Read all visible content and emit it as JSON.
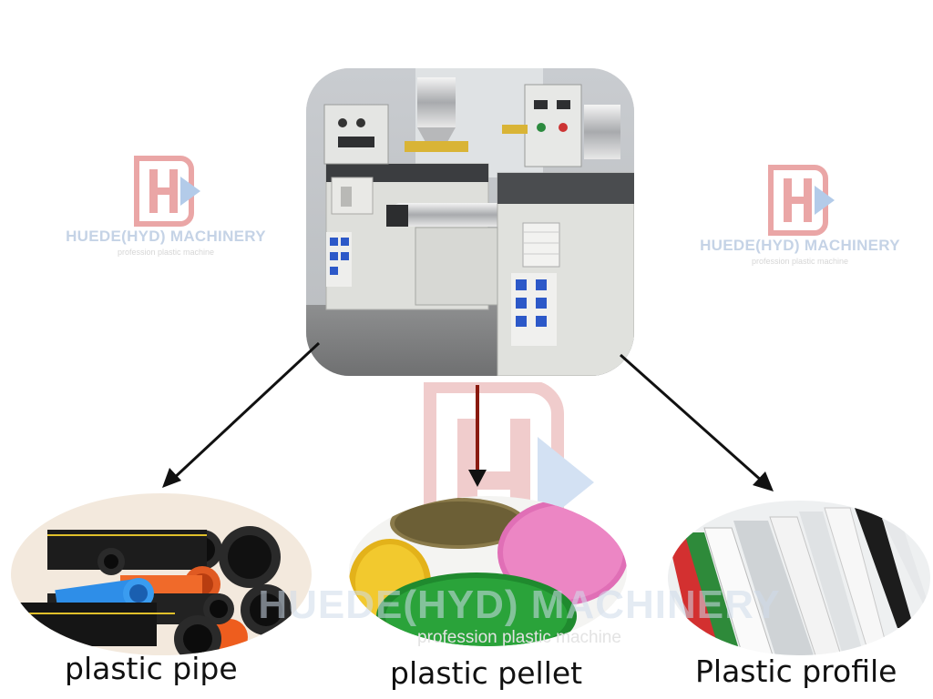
{
  "brand": {
    "name": "HUEDE(HYD) MACHINERY",
    "tagline": "profession plastic machine",
    "big_name": "HUEDE(HYD) MACHINERY",
    "big_tagline": "profession plastic machine"
  },
  "products": [
    {
      "label": "plastic pipe"
    },
    {
      "label": "plastic pellet"
    },
    {
      "label": "Plastic profile"
    }
  ],
  "colors": {
    "logo_red": "#e8a0a0",
    "logo_blue": "#a9c5e8",
    "arrow_black": "#111111",
    "arrow_red": "#8a1a10"
  }
}
